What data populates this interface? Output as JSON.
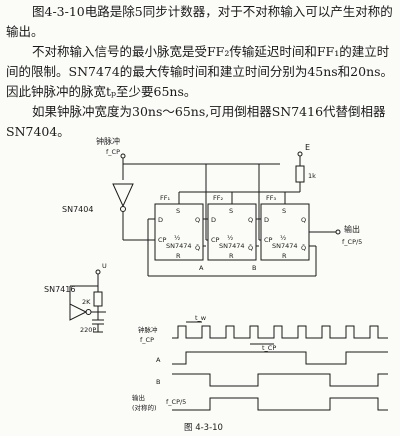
{
  "text": {
    "p1": "图4-3-10电路是除5同步计数器，对于不对称输入可以产生对称的输出。",
    "p2": "不对称输入信号的最小脉宽是受FF₂传输延迟时间和FF₁的建立时间的限制。SN7474的最大传输时间和建立时间分别为45ns和20ns。因此钟脉冲的脉宽tₚ至少要65ns。",
    "p3": "如果钟脉冲宽度为30ns～65ns,可用倒相器SN7416代替倒相器SN7404。"
  },
  "schematic": {
    "clock_label": "钟脉冲",
    "clock_sub": "f_CP",
    "e_label": "E",
    "r1_value": "1k",
    "inverter_label": "SN7404",
    "ff1": {
      "tag": "FF₁",
      "s": "S",
      "d": "D",
      "q": "Q",
      "qbar": "Q̄",
      "cp": "CP",
      "half": "½",
      "chip": "SN7474",
      "r": "R"
    },
    "ff2": {
      "tag": "FF₂",
      "s": "S",
      "d": "D",
      "q": "Q",
      "qbar": "Q̄",
      "cp": "CP",
      "half": "½",
      "chip": "SN7474",
      "r": "R"
    },
    "ff3": {
      "tag": "FF₃",
      "s": "S",
      "d": "D",
      "q": "Q",
      "qbar": "Q̄",
      "cp": "CP",
      "half": "½",
      "chip": "SN7474",
      "r": "R"
    },
    "node_a": "A",
    "node_b": "B",
    "output_label": "输出",
    "output_sub": "f_CP/5",
    "alt_vcc": "U",
    "alt_inverter": "SN7416",
    "alt_r_value": "2K",
    "alt_c_value": "220P"
  },
  "timing": {
    "clock_label": "钟脉冲",
    "clock_sub": "f_CP",
    "tw_label": "t_w",
    "tcp_label": "t_CP",
    "row_a": "A",
    "row_b": "B",
    "output_label": "输出",
    "output_note": "(对称的)",
    "output_sub": "f_CP/5"
  },
  "figure_caption": "图 4-3-10"
}
